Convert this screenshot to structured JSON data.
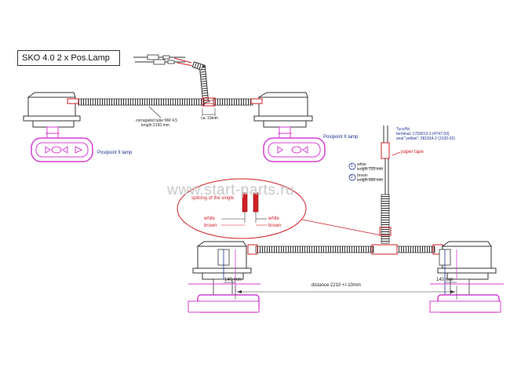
{
  "title": "SKO 4.0 2 x Pos.Lamp",
  "upper": {
    "tube_label_line1": "corrugated tube NW 4,5",
    "tube_label_line2": "length 2150 mm",
    "gap_label": "ca. 10mm",
    "lamp_left": "Posipoint II lamp",
    "lamp_right": "Posipoint II lamp"
  },
  "right_block": {
    "header": "Tyco/Nr.",
    "terminal": "terminal: 1703013-1 (4747-03)",
    "seal": "seal \"yellow\": 281934-2 (3120-02)",
    "paper_tape": "paper tape",
    "wire1_num": "1",
    "wire1_line1": "white",
    "wire1_line2": "length 720 mm",
    "wire2_num": "2",
    "wire2_line1": "brown",
    "wire2_line2": "length 690 mm"
  },
  "splice": {
    "title": "splicing of the single",
    "left_white": "white",
    "left_brown": "brown",
    "right_white": "white",
    "right_brown": "brown"
  },
  "lower": {
    "distance": "distance 2210 +/-10mm",
    "left_offset": "140 mm",
    "right_offset": "140 mm"
  },
  "watermark": "www.start-parts.ru",
  "colors": {
    "red": "#d21f26",
    "magenta": "#d63fd3",
    "blue": "#1a2f8f",
    "line": "#333333"
  }
}
